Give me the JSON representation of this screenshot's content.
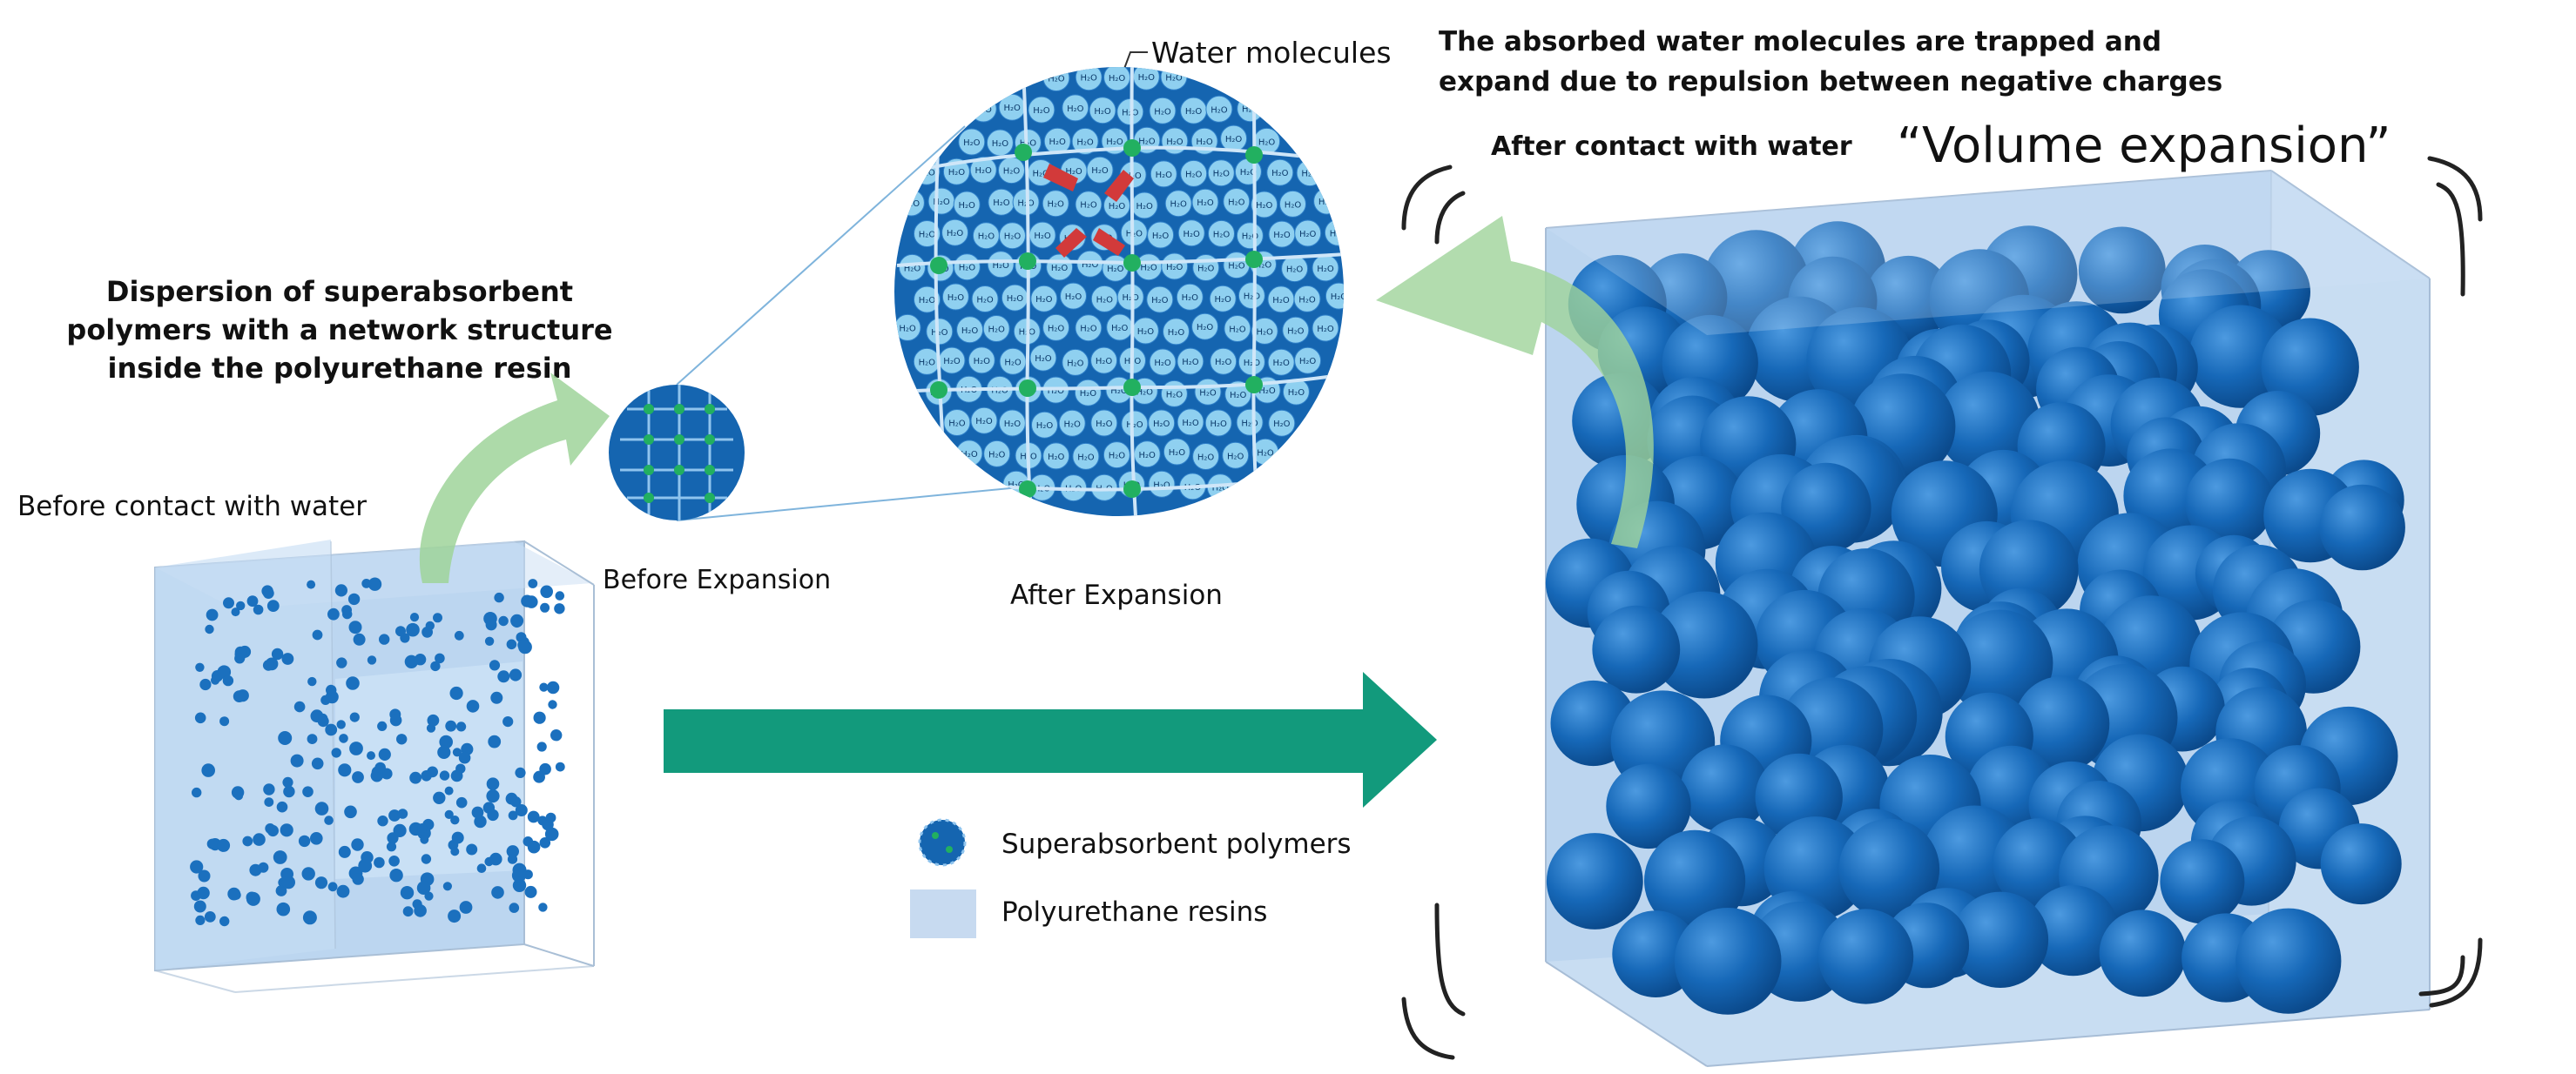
{
  "labels": {
    "dispersion_line1": "Dispersion of superabsorbent",
    "dispersion_line2": "polymers with a network structure",
    "dispersion_line3": "inside the polyurethane resin",
    "before_contact": "Before contact with water",
    "before_expansion": "Before Expansion",
    "after_expansion": "After Expansion",
    "water_molecules": "Water molecules",
    "absorbed_line1": "The absorbed water molecules are trapped and",
    "absorbed_line2": "expand due to repulsion between negative charges",
    "after_contact": "After contact with water",
    "volume_expansion": "“Volume expansion”",
    "molecule_label": "H₂O"
  },
  "legend": {
    "sap": "Superabsorbent polymers",
    "resin": "Polyurethane resins"
  },
  "colors": {
    "resin_fill": "#bcd6f0",
    "sap_blue": "#1565b0",
    "sphere_light": "#3a8ad8",
    "arrow_green": "#129a7c",
    "curved_arrow_green": "#9fd39a",
    "node_green": "#22b060",
    "repulsion_red": "#d23a3a",
    "molecule_fill": "#8fd0f0"
  },
  "icons": {
    "main_arrow": "right-arrow-icon",
    "curved_arrow": "curved-arrow-icon"
  }
}
